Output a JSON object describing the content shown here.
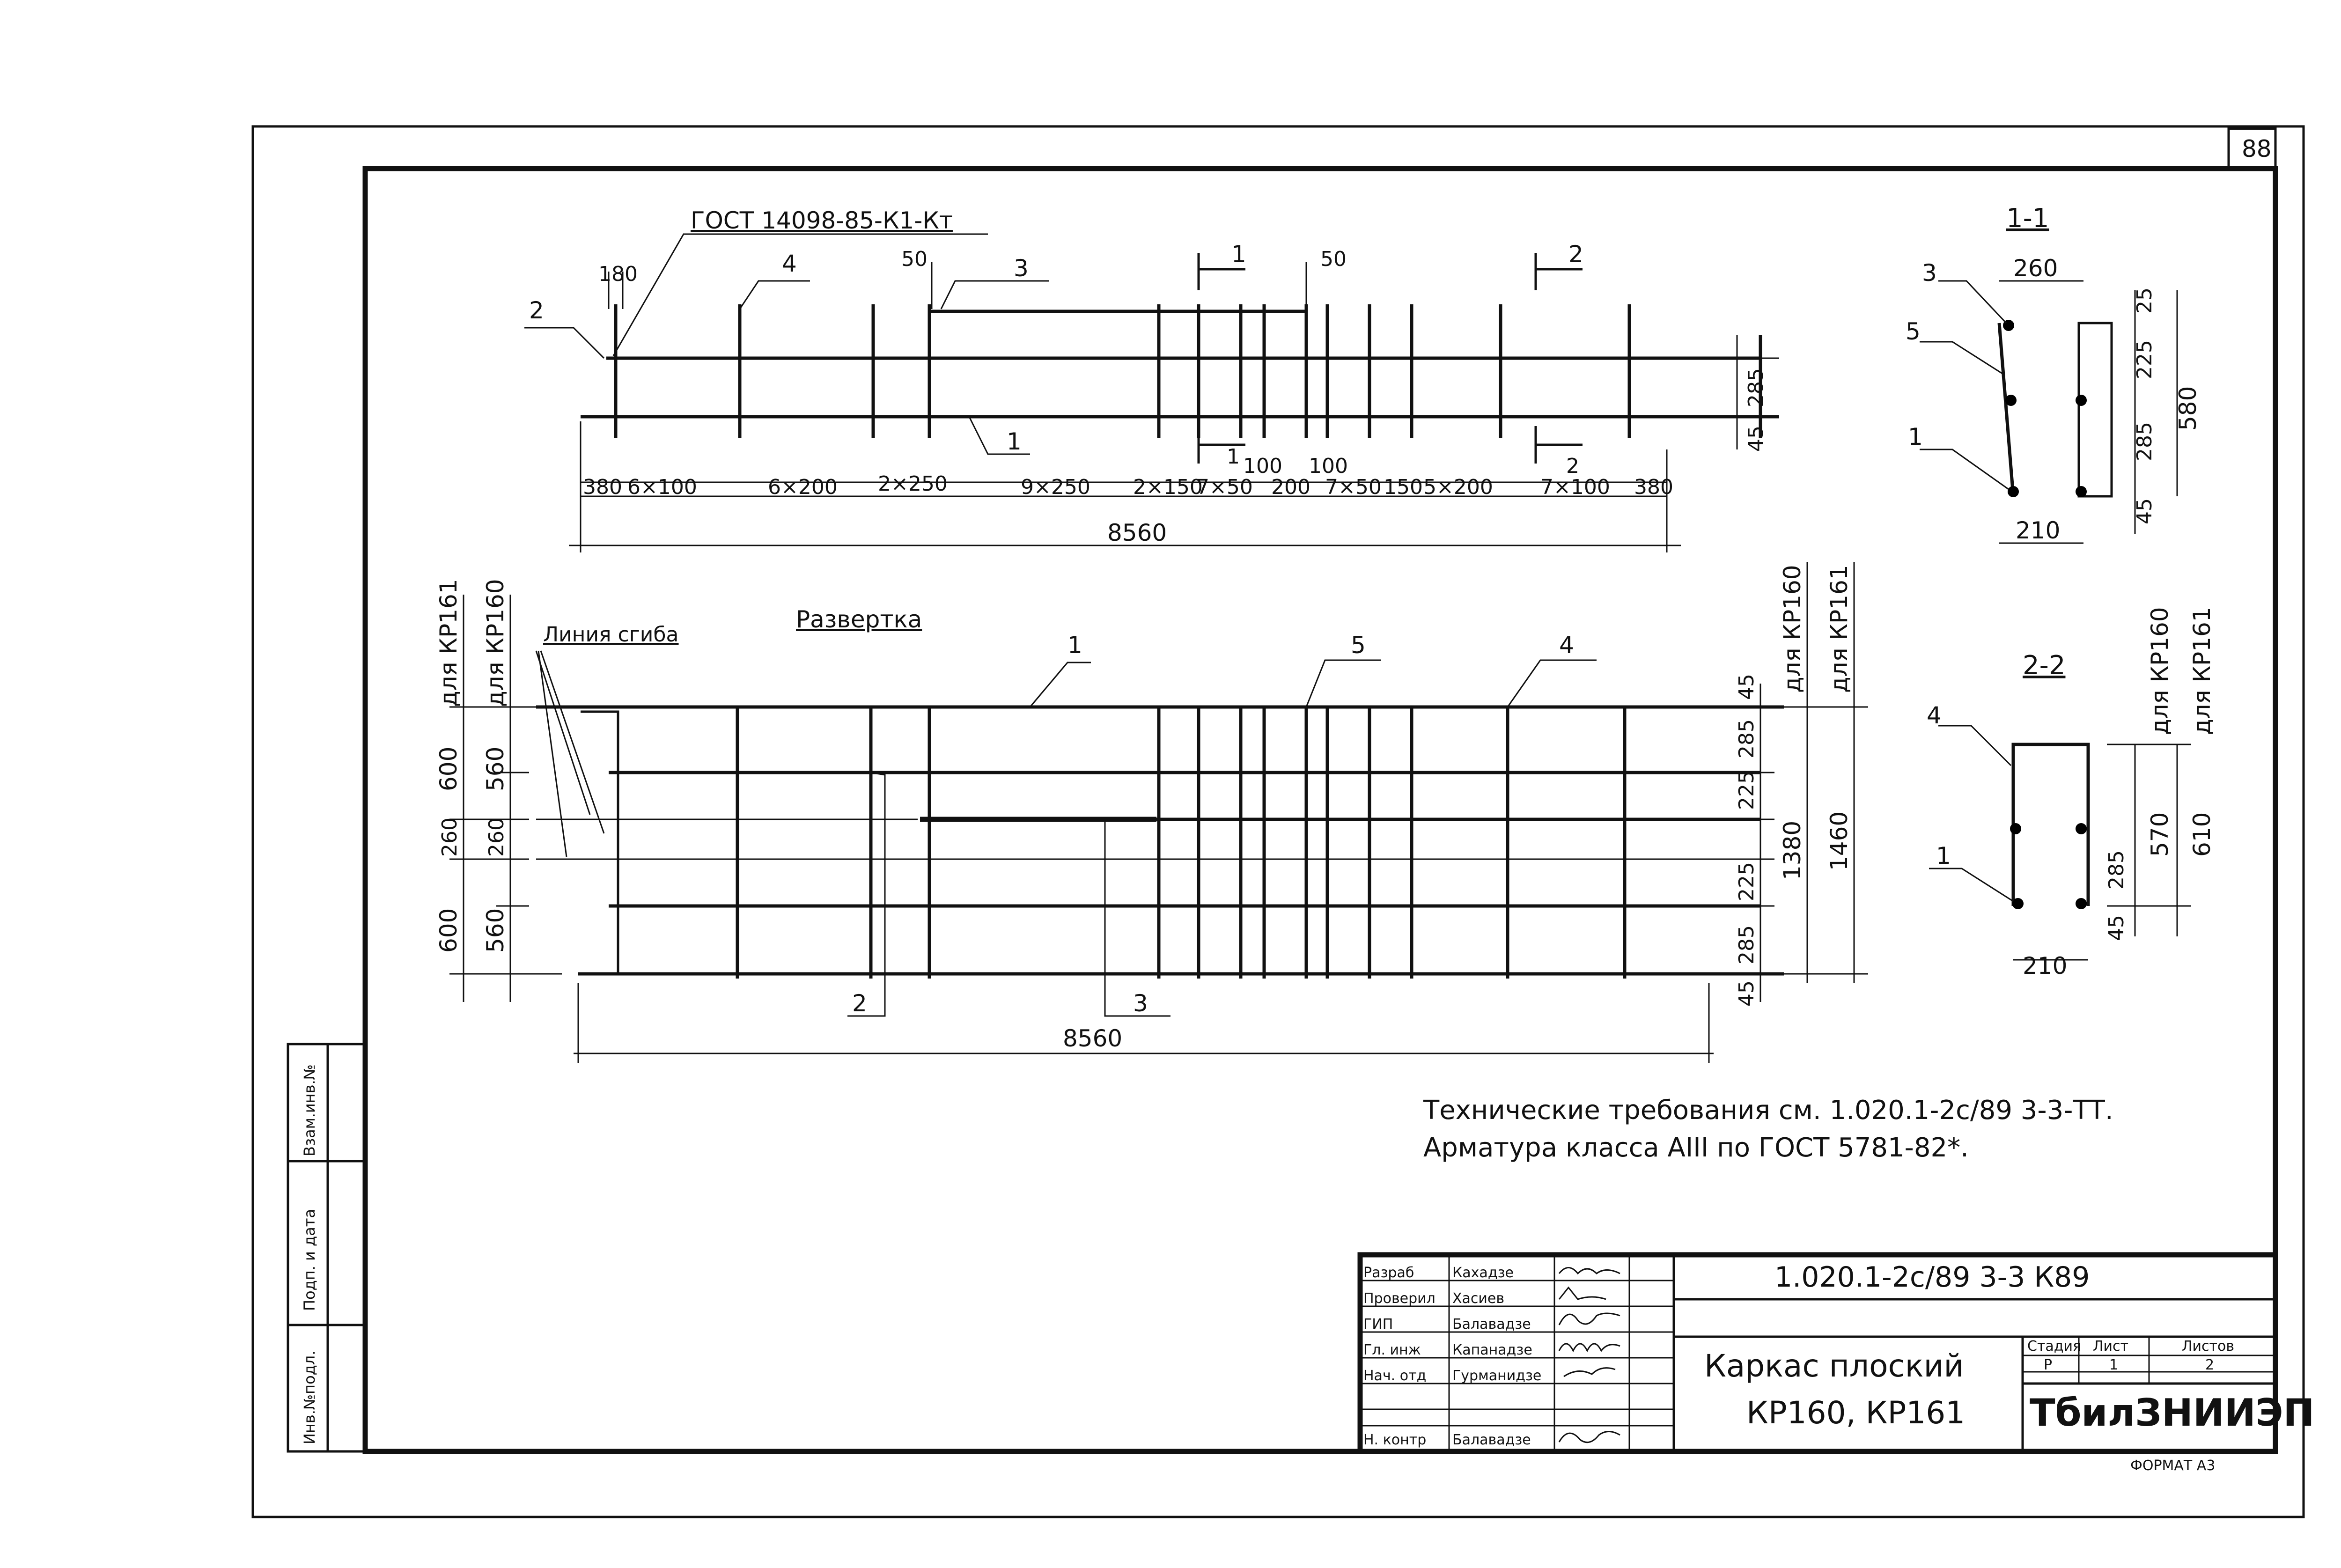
{
  "sheet_number": "88",
  "elevation": {
    "gost_label": "ГОСТ 14098-85-К1-Кт",
    "dims_top": {
      "d180": "180",
      "d50a": "50",
      "d50b": "50"
    },
    "positions": {
      "p1": "1",
      "p2": "2",
      "p3": "3",
      "p4": "4"
    },
    "section_marks": {
      "s1": "1",
      "s2": "2",
      "s1b": "1",
      "s2b": "2"
    },
    "right_dims": {
      "d285": "285",
      "d45": "45"
    },
    "spacing": {
      "a380": "380",
      "a6x100": "6×100",
      "a6x200": "6×200",
      "a2x250": "2×250",
      "a9x250": "9×250",
      "a2x150": "2×150",
      "a7x50": "7×50",
      "a100a": "100",
      "a100b": "100",
      "a200": "200",
      "a7x50b": "7×50",
      "a150": "150",
      "a5x200": "5×200",
      "a7x100": "7×100",
      "a380b": "380"
    },
    "total": "8560"
  },
  "unfold": {
    "title": "Развертка",
    "fold_line": "Линия сгиба",
    "left_labels": {
      "kp161": "для КР161",
      "kp160": "для КР160"
    },
    "left_dims": {
      "d600a": "600",
      "d560a": "560",
      "d260a": "260",
      "d260b": "260",
      "d600b": "600",
      "d560b": "560"
    },
    "right_labels": {
      "kp160": "для КР160",
      "kp161": "для КР161"
    },
    "right_dims": {
      "d45a": "45",
      "d285a": "285",
      "d225a": "225",
      "d225b": "225",
      "d285b": "285",
      "d45b": "45",
      "d1380": "1380",
      "d1460": "1460"
    },
    "positions": {
      "p1": "1",
      "p2": "2",
      "p3": "3",
      "p4": "4",
      "p5": "5"
    },
    "total": "8560"
  },
  "section_1_1": {
    "title": "1-1",
    "dims": {
      "d260": "260",
      "d25": "25",
      "d225": "225",
      "d580": "580",
      "d285": "285",
      "d45": "45",
      "d210": "210"
    },
    "positions": {
      "p3": "3",
      "p5": "5",
      "p1": "1"
    }
  },
  "section_2_2": {
    "title": "2-2",
    "positions": {
      "p4": "4",
      "p1": "1"
    },
    "labels": {
      "kp160": "для КР160",
      "kp161": "для КР161"
    },
    "dims": {
      "d570": "570",
      "d610": "610",
      "d285": "285",
      "d45": "45",
      "d210": "210"
    }
  },
  "notes": {
    "line1": "Технические требования см. 1.020.1-2с/89 3-3-ТТ.",
    "line2": "Арматура класса АIII по ГОСТ 5781-82*."
  },
  "side_stamp": {
    "inv_podl": "Инв.№подл.",
    "podp_data": "Подп. и дата",
    "vzam_inv": "Взам.инв.№"
  },
  "title_block": {
    "roles": [
      {
        "role": "Разраб",
        "name": "Кахадзе"
      },
      {
        "role": "Проверил",
        "name": "Хасиев"
      },
      {
        "role": "ГИП",
        "name": "Балавадзе"
      },
      {
        "role": "Гл. инж",
        "name": "Капанадзе"
      },
      {
        "role": "Нач. отд",
        "name": "Гурманидзе"
      },
      {
        "role": "",
        "name": ""
      },
      {
        "role": "Н. контр",
        "name": "Балавадзе"
      }
    ],
    "designation": "1.020.1-2с/89 3-3 К89",
    "name_line1": "Каркас плоский",
    "name_line2": "КР160, КР161",
    "stage_header": "Стадия",
    "sheet_header": "Лист",
    "sheets_header": "Листов",
    "stage": "Р",
    "sheet": "1",
    "sheets": "2",
    "organization": "ТбилЗНИИЭП"
  },
  "format": "ФОРМАТ А3"
}
